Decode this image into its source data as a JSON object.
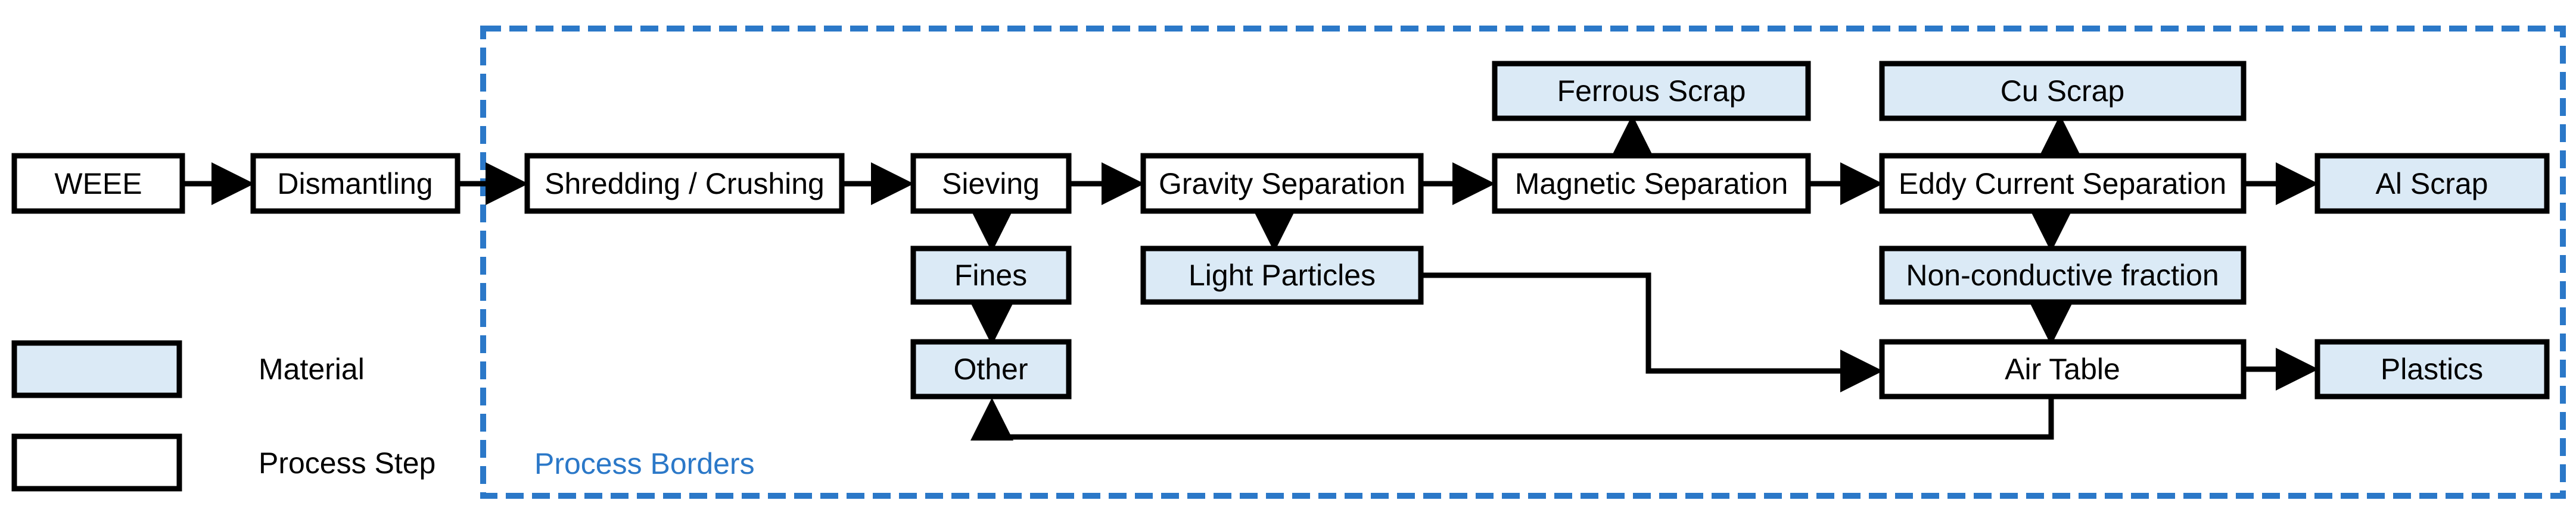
{
  "colors": {
    "material_fill": "#dbeaf6",
    "process_fill": "#ffffff",
    "stroke": "#000000",
    "border": "#2b78c8"
  },
  "nodes": {
    "weee": "WEEE",
    "dismantling": "Dismantling",
    "shredding": "Shredding / Crushing",
    "sieving": "Sieving",
    "gravity": "Gravity Separation",
    "magnetic": "Magnetic Separation",
    "eddy": "Eddy Current Separation",
    "al_scrap": "Al Scrap",
    "ferrous_scrap": "Ferrous Scrap",
    "cu_scrap": "Cu Scrap",
    "fines": "Fines",
    "light_particles": "Light Particles",
    "non_conductive": "Non-conductive fraction",
    "other": "Other",
    "air_table": "Air Table",
    "plastics": "Plastics"
  },
  "legend": {
    "material": "Material",
    "process_step": "Process Step"
  },
  "process_borders_label": "Process Borders"
}
